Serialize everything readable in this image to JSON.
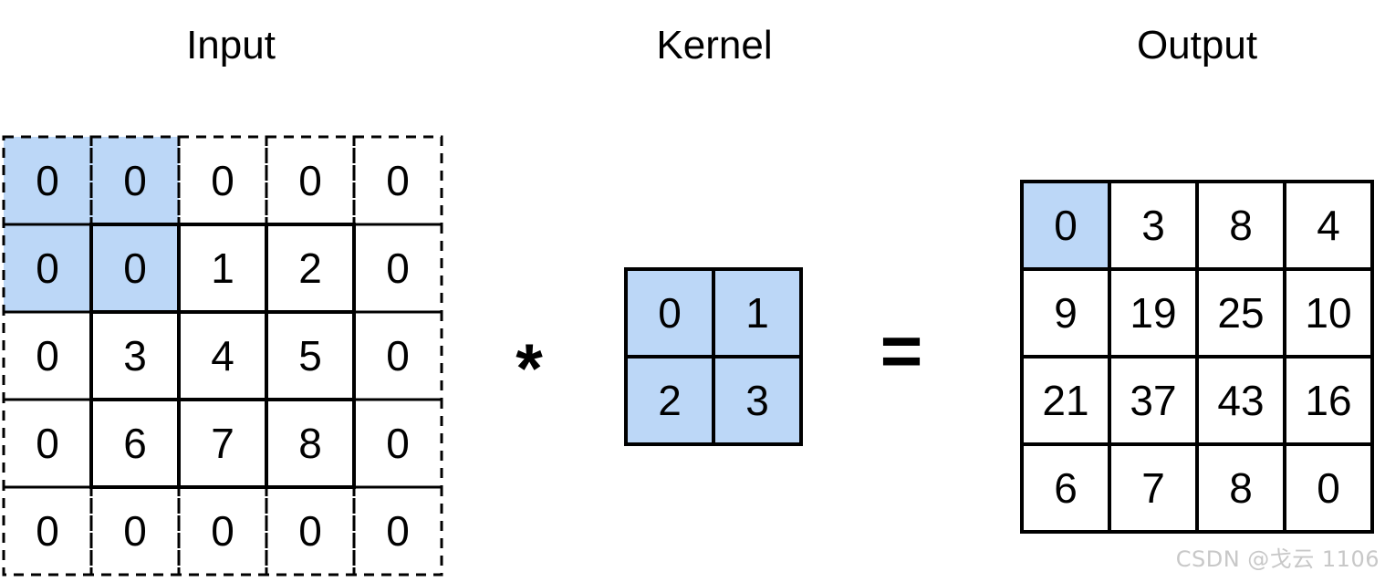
{
  "titles": {
    "input": "Input",
    "kernel": "Kernel",
    "output": "Output"
  },
  "operators": {
    "convolve": "*",
    "equals": "="
  },
  "input": {
    "values": [
      [
        "0",
        "0",
        "0",
        "0",
        "0"
      ],
      [
        "0",
        "0",
        "1",
        "2",
        "0"
      ],
      [
        "0",
        "3",
        "4",
        "5",
        "0"
      ],
      [
        "0",
        "6",
        "7",
        "8",
        "0"
      ],
      [
        "0",
        "0",
        "0",
        "0",
        "0"
      ]
    ],
    "highlighted": [
      [
        0,
        0
      ],
      [
        0,
        1
      ],
      [
        1,
        0
      ],
      [
        1,
        1
      ]
    ],
    "padding_cells_dashed": true
  },
  "kernel": {
    "values": [
      [
        "0",
        "1"
      ],
      [
        "2",
        "3"
      ]
    ],
    "all_highlighted": true
  },
  "output": {
    "values": [
      [
        "0",
        "3",
        "8",
        "4"
      ],
      [
        "9",
        "19",
        "25",
        "10"
      ],
      [
        "21",
        "37",
        "43",
        "16"
      ],
      [
        "6",
        "7",
        "8",
        "0"
      ]
    ],
    "highlighted": [
      [
        0,
        0
      ]
    ]
  },
  "colors": {
    "highlight": "#bcd7f7",
    "stroke": "#000000",
    "text": "#000000"
  },
  "watermark": "CSDN @戈云 1106"
}
